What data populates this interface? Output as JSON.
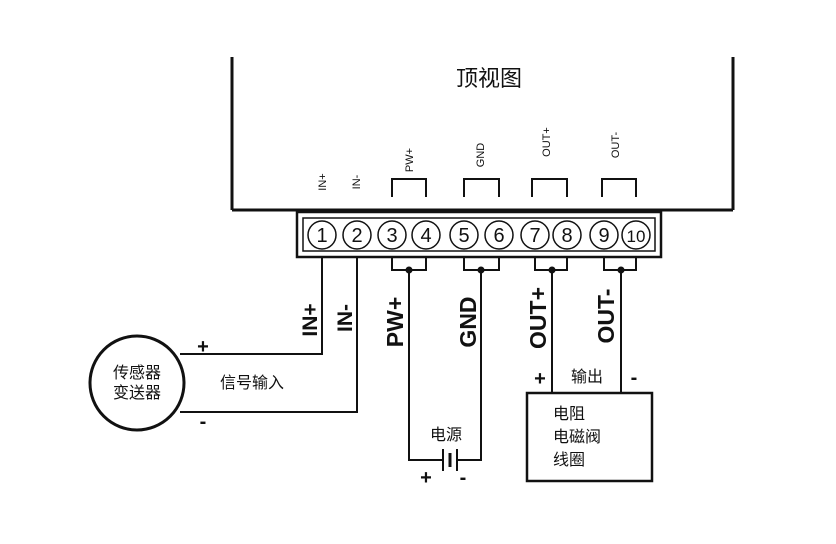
{
  "diagram": {
    "title": "顶视图",
    "terminals": [
      "1",
      "2",
      "3",
      "4",
      "5",
      "6",
      "7",
      "8",
      "9",
      "10"
    ],
    "top_labels": {
      "in_plus": "IN+",
      "in_minus": "IN-",
      "pw_plus": "PW+",
      "gnd": "GND",
      "out_plus": "OUT+",
      "out_minus": "OUT-"
    },
    "wire_labels": {
      "in_plus": "IN+",
      "in_minus": "IN-",
      "pw_plus": "PW+",
      "gnd": "GND",
      "out_plus": "OUT+",
      "out_minus": "OUT-"
    },
    "sensor": {
      "line1": "传感器",
      "line2": "变送器"
    },
    "signal_input": "信号输入",
    "sensor_plus": "+",
    "sensor_minus": "-",
    "power": {
      "label": "电源",
      "plus": "+",
      "minus": "-"
    },
    "output": {
      "label": "输出",
      "plus": "+",
      "minus": "-"
    },
    "load": {
      "line1": "电阻",
      "line2": "电磁阀",
      "line3": "线圈"
    }
  }
}
